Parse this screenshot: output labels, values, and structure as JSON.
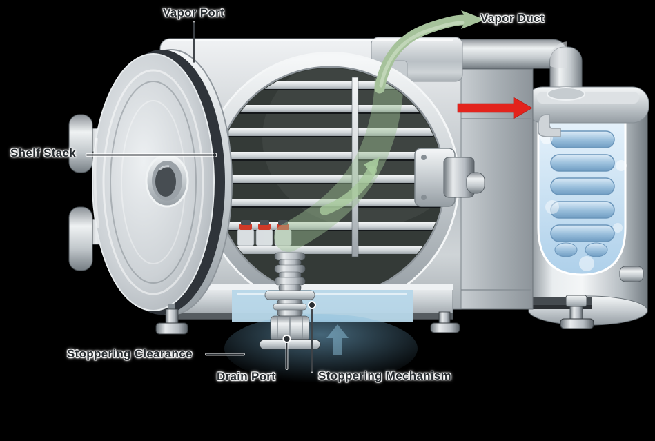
{
  "labels": {
    "vapor_port": "Vapor Port",
    "vapor_duct": "Vapor Duct",
    "shelf_stack": "Shelf Stack",
    "stoppering_clearance": "Stoppering Clearance",
    "drain_port": "Drain Port",
    "stoppering_mechanism": "Stoppering Mechanism"
  },
  "icons": {
    "vapor_flow_internal": "green-curved-flow-arrow",
    "vapor_flow_to_duct": "green-curved-arrow-right",
    "condenser_flow": "red-arrow-right",
    "clearance_flow": "blue-arrow-up"
  },
  "colors": {
    "background": "#000000",
    "label_text": "#262b2f",
    "label_halo": "#ffffff",
    "leader_line": "#2e3338",
    "green_arrow": "#a6c29b",
    "green_arrow_sheen": "#c6d9bd",
    "red_arrow": "#e3231c",
    "ice_fill": "#bdd9ee",
    "coil_blue": "#84aed2",
    "vial_cap": "#cf3a28",
    "clearance_highlight": "#b7d7e9",
    "metal_light": "#f2f4f5",
    "metal_mid": "#c3c9cd",
    "metal_dark": "#7d858b",
    "chamber_interior": "#343a37",
    "door_gasket": "#2f343a"
  }
}
